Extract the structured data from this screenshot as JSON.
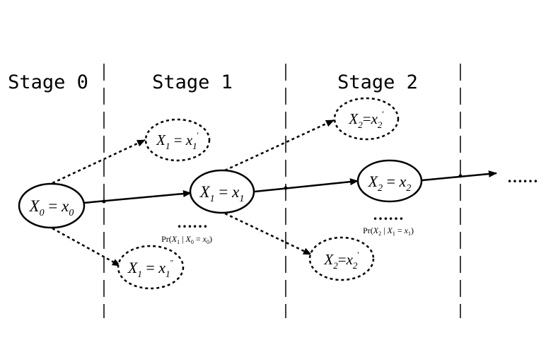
{
  "stages": [
    {
      "label": "Stage 0"
    },
    {
      "label": "Stage 1"
    },
    {
      "label": "Stage 2"
    }
  ],
  "nodes": {
    "x0": {
      "var": "X",
      "sub": "0",
      "eq": " = ",
      "val": "x",
      "valsub": "0",
      "sup": ""
    },
    "x1": {
      "var": "X",
      "sub": "1",
      "eq": " = ",
      "val": "x",
      "valsub": "1",
      "sup": ""
    },
    "x1_prime": {
      "var": "X",
      "sub": "1",
      "eq": " = ",
      "val": "x",
      "valsub": "1",
      "sup": "'"
    },
    "x1_dprime": {
      "var": "X",
      "sub": "1",
      "eq": " = ",
      "val": "x",
      "valsub": "1",
      "sup": "\""
    },
    "x2": {
      "var": "X",
      "sub": "2",
      "eq": " = ",
      "val": "x",
      "valsub": "2",
      "sup": ""
    },
    "x2_prime_top": {
      "var": "X",
      "sub": "2",
      "eq": "=",
      "val": "x",
      "valsub": "2",
      "sup": "'"
    },
    "x2_prime_bottom": {
      "var": "X",
      "sub": "2",
      "eq": "=",
      "val": "x",
      "valsub": "2",
      "sup": "'"
    }
  },
  "probabilities": {
    "stage1": {
      "pre": "Pr(",
      "v1": "X",
      "s1": "1",
      "mid": " | ",
      "v2": "X",
      "s2": "0",
      "eq": " = ",
      "v3": "x",
      "s3": "0",
      "post": ")"
    },
    "stage2": {
      "pre": "Pr(",
      "v1": "X",
      "s1": "2",
      "mid": " | ",
      "v2": "X",
      "s2": "1",
      "eq": " = ",
      "v3": "x",
      "s3": "1",
      "post": ")"
    }
  },
  "ellipses_text": {
    "stage1": "……",
    "stage2": "……",
    "continuation": "……"
  }
}
